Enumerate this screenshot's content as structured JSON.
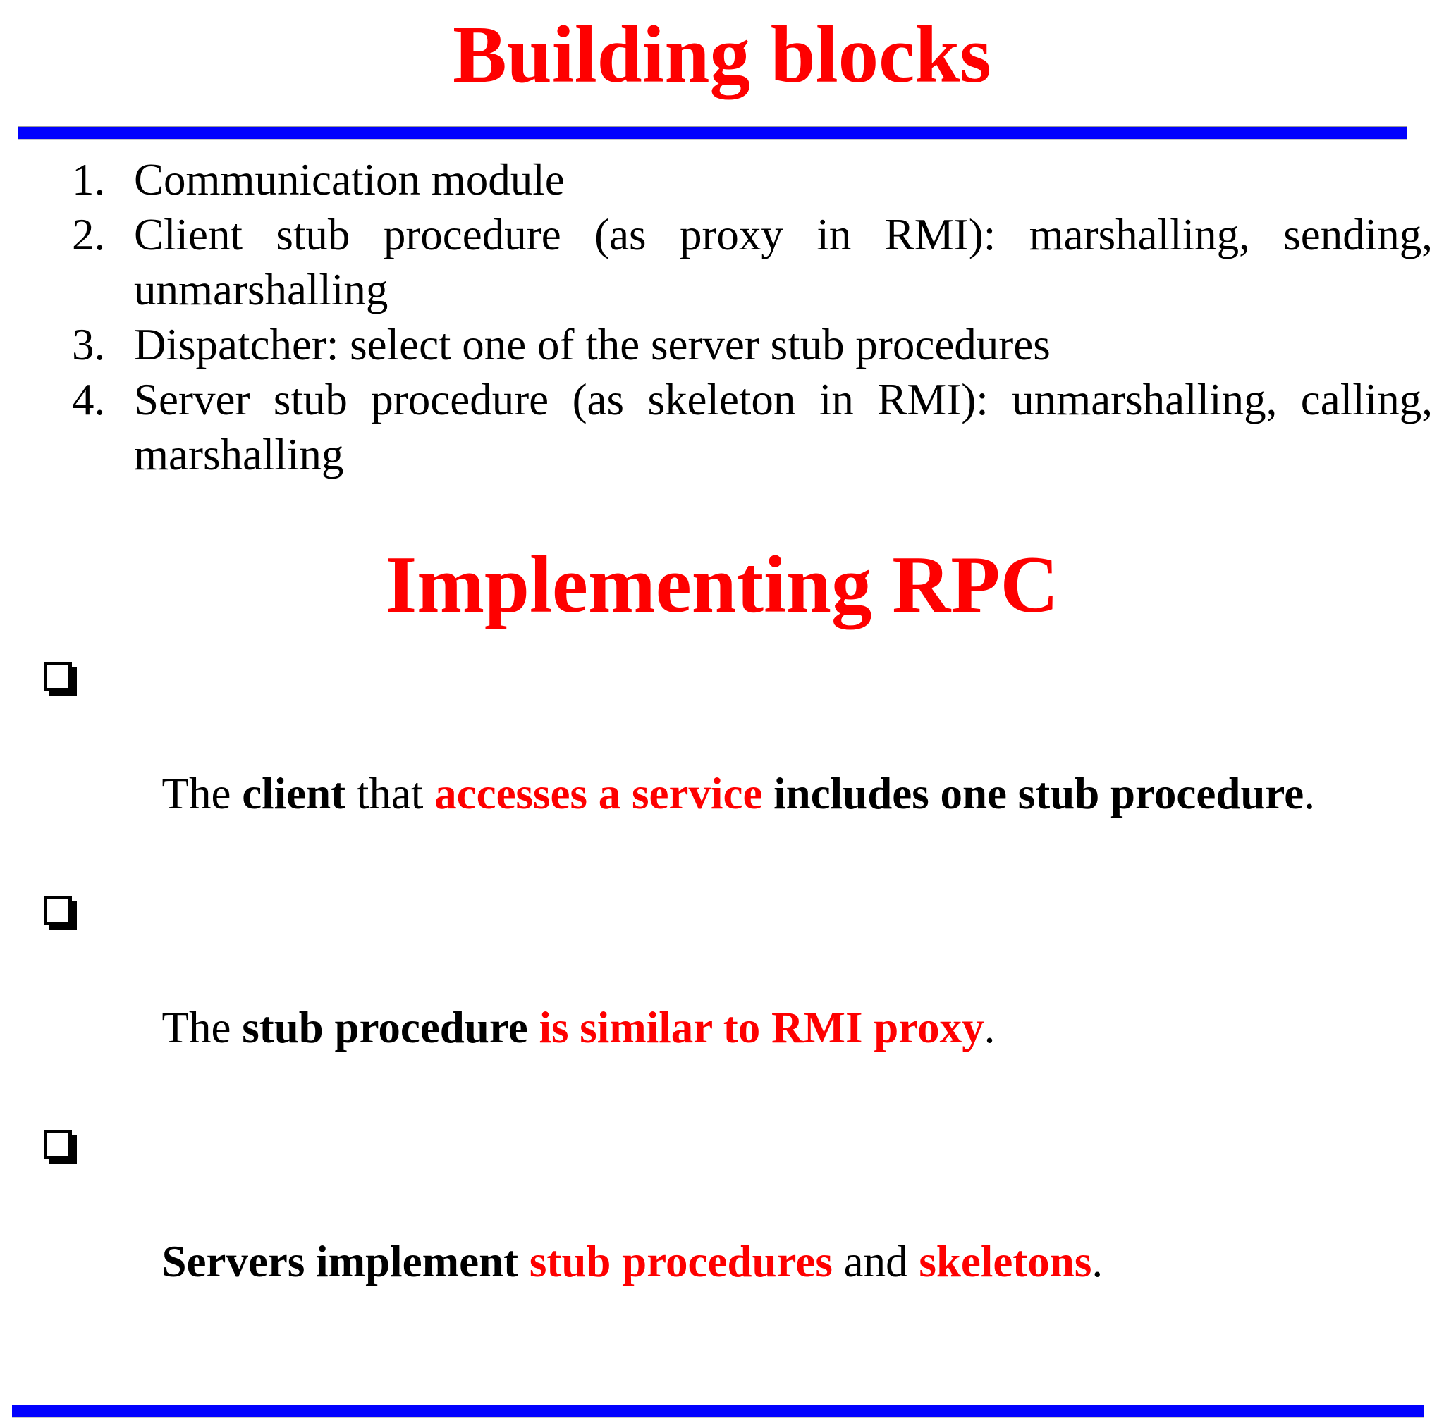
{
  "colors": {
    "accent_red": "#fe0000",
    "accent_blue": "#0101fe",
    "text_black": "#000000",
    "background": "#ffffff"
  },
  "building_blocks": {
    "title": "Building blocks",
    "items": [
      {
        "num": "1.",
        "line1": "Communication module",
        "line2": ""
      },
      {
        "num": "2.",
        "line1": "Client stub procedure (as proxy in RMI): marshalling, sending,",
        "line2": "unmarshalling"
      },
      {
        "num": "3.",
        "line1": "Dispatcher: select one of the server stub procedures",
        "line2": ""
      },
      {
        "num": "4.",
        "line1": "Server stub procedure (as skeleton in RMI): unmarshalling, calling,",
        "line2": "marshalling"
      }
    ]
  },
  "implementing_rpc": {
    "title": "Implementing RPC",
    "bullet_icon": "shadowed-checkbox-square",
    "bullets": [
      {
        "segments": [
          {
            "text": "The ",
            "style": "regular"
          },
          {
            "text": "client",
            "style": "bold"
          },
          {
            "text": " that ",
            "style": "regular"
          },
          {
            "text": "accesses a service",
            "style": "bold-red"
          },
          {
            "text": " includes one stub procedure",
            "style": "bold"
          },
          {
            "text": ".",
            "style": "regular"
          }
        ]
      },
      {
        "segments": [
          {
            "text": "The ",
            "style": "regular"
          },
          {
            "text": "stub procedure ",
            "style": "bold"
          },
          {
            "text": "is similar to RMI proxy",
            "style": "bold-red"
          },
          {
            "text": ".",
            "style": "regular"
          }
        ]
      },
      {
        "segments": [
          {
            "text": "Servers implement ",
            "style": "bold"
          },
          {
            "text": "stub procedures",
            "style": "bold-red"
          },
          {
            "text": " and ",
            "style": "regular"
          },
          {
            "text": "skeletons",
            "style": "bold-red"
          },
          {
            "text": ".",
            "style": "regular"
          }
        ]
      }
    ]
  }
}
